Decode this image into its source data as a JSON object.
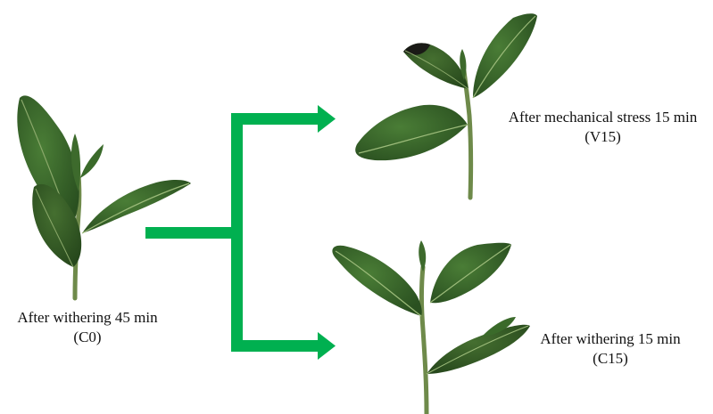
{
  "samples": {
    "c0": {
      "line1": "After withering 45 min",
      "line2": "(C0)"
    },
    "v15": {
      "line1": "After mechanical stress 15 min",
      "line2": "(V15)"
    },
    "c15": {
      "line1": "After withering 15 min",
      "line2": "(C15)"
    }
  },
  "colors": {
    "arrow": "#00b050",
    "leaf_dark": "#2f5a24",
    "leaf_mid": "#3d6e2e",
    "leaf_light": "#4a7d36",
    "vein": "#9cbb7a",
    "stem": "#6e8a4a",
    "wilted_edge": "#1a1a16"
  },
  "icons": {
    "plant_c0": "tea-shoot-icon",
    "plant_v15": "tea-shoot-bruised-icon",
    "plant_c15": "tea-shoot-icon",
    "arrow": "arrow-right-icon"
  }
}
